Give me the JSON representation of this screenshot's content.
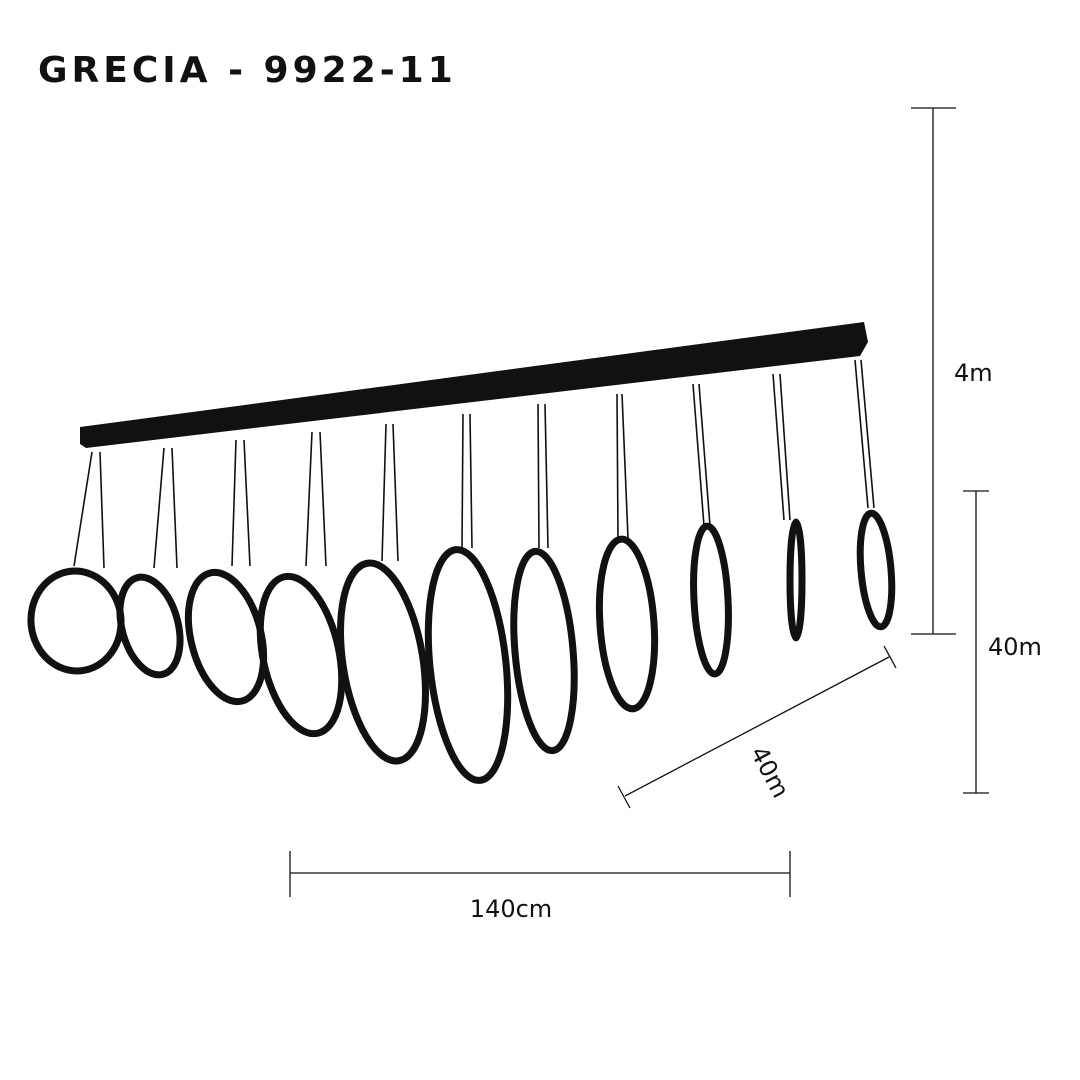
{
  "title": "GRECIA - 9922-11",
  "dimensions": {
    "total_height": "4m",
    "ring_height": "40m",
    "depth": "40m",
    "width": "140cm"
  },
  "colors": {
    "ink": "#111111",
    "background": "#ffffff"
  }
}
